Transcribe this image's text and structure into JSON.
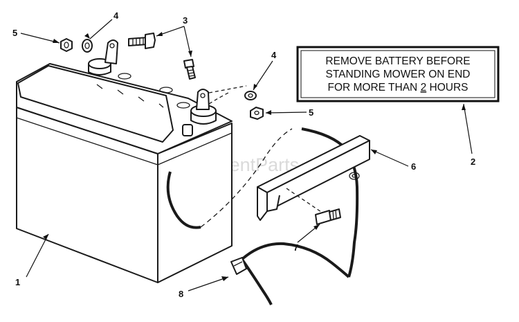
{
  "watermark": "eReplacementParts.com",
  "warning_label": {
    "line1": "REMOVE BATTERY BEFORE",
    "line2": "STANDING MOWER ON END",
    "line3_prefix": "FOR MORE THAN ",
    "line3_emph": "2",
    "line3_suffix": " HOURS"
  },
  "callouts": {
    "battery": "1",
    "warning_decal": "2",
    "bolt_top": "3",
    "washer_left": "4",
    "washer_right": "4",
    "nut_left": "5",
    "nut_right": "5",
    "bracket": "6",
    "bracket_bolt": "7",
    "cable_clip": "8"
  }
}
